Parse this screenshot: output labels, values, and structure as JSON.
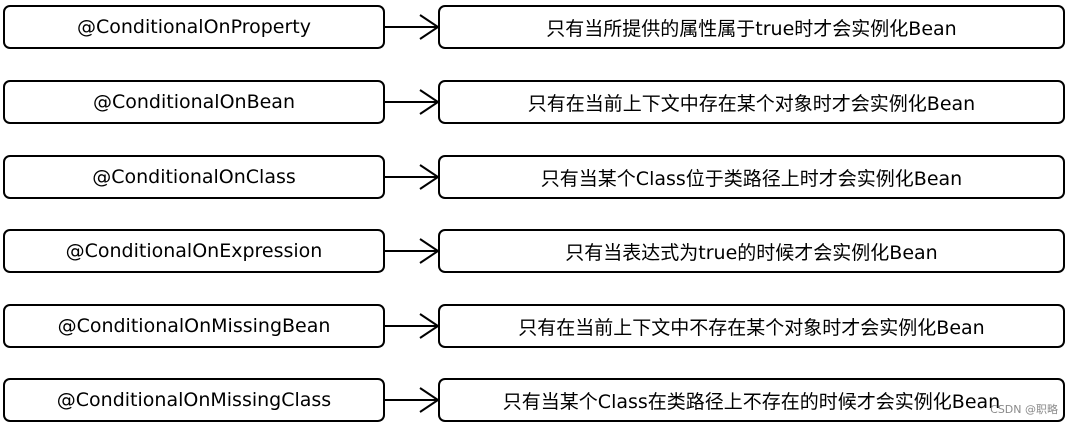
{
  "rows": [
    {
      "annotation": "@ConditionalOnProperty",
      "description": "只有当所提供的属性属于true时才会实例化Bean"
    },
    {
      "annotation": "@ConditionalOnBean",
      "description": "只有在当前上下文中存在某个对象时才会实例化Bean"
    },
    {
      "annotation": "@ConditionalOnClass",
      "description": "只有当某个Class位于类路径上时才会实例化Bean"
    },
    {
      "annotation": "@ConditionalOnExpression",
      "description": "只有当表达式为true的时候才会实例化Bean"
    },
    {
      "annotation": "@ConditionalOnMissingBean",
      "description": "只有在当前上下文中不存在某个对象时才会实例化Bean"
    },
    {
      "annotation": "@ConditionalOnMissingClass",
      "description": "只有当某个Class在类路径上不存在的时候才会实例化Bean"
    }
  ],
  "watermark": "CSDN @职略",
  "colors": {
    "stroke": "#000000",
    "background": "#ffffff"
  }
}
